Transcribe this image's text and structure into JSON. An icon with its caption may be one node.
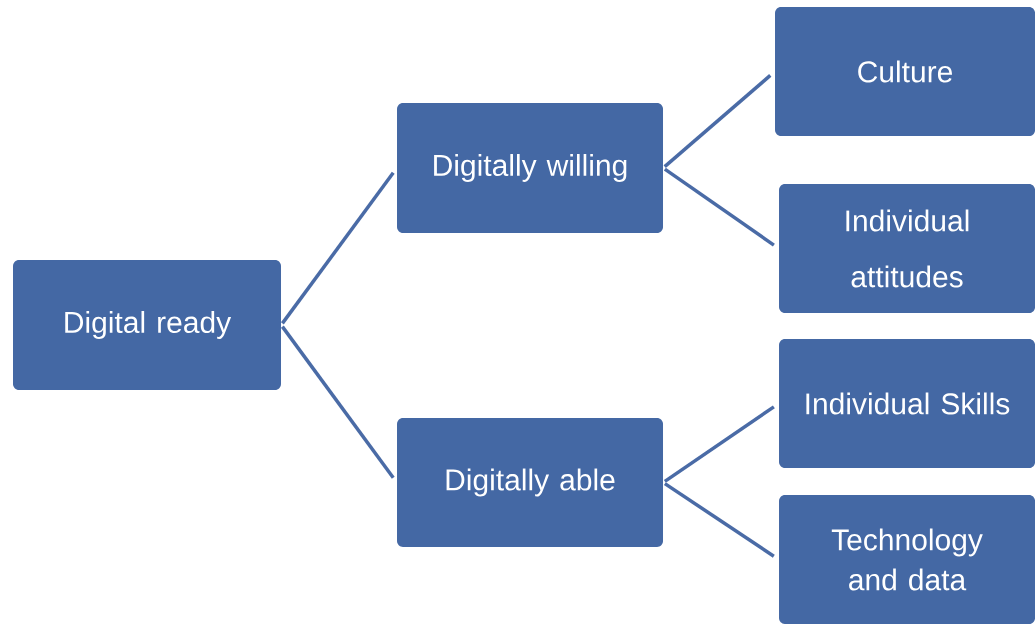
{
  "diagram": {
    "nodes": [
      {
        "text": [
          "Digital ready"
        ]
      },
      {
        "text": [
          "Digitally willing"
        ]
      },
      {
        "text": [
          "Digitally able"
        ]
      },
      {
        "text": [
          "Culture"
        ]
      },
      {
        "text": [
          "Individual attitudes"
        ]
      },
      {
        "text": [
          "Individual Skills"
        ]
      },
      {
        "text": [
          "Technology and data"
        ]
      }
    ],
    "edges": [
      {
        "from": 0,
        "to": 1,
        "arrow": "none"
      },
      {
        "from": 0,
        "to": 2,
        "arrow": "none"
      },
      {
        "from": 1,
        "to": 3,
        "arrow": "none"
      },
      {
        "from": 1,
        "to": 4,
        "arrow": "none"
      },
      {
        "from": 2,
        "to": 5,
        "arrow": "none"
      },
      {
        "from": 2,
        "to": 6,
        "arrow": "none"
      }
    ]
  }
}
